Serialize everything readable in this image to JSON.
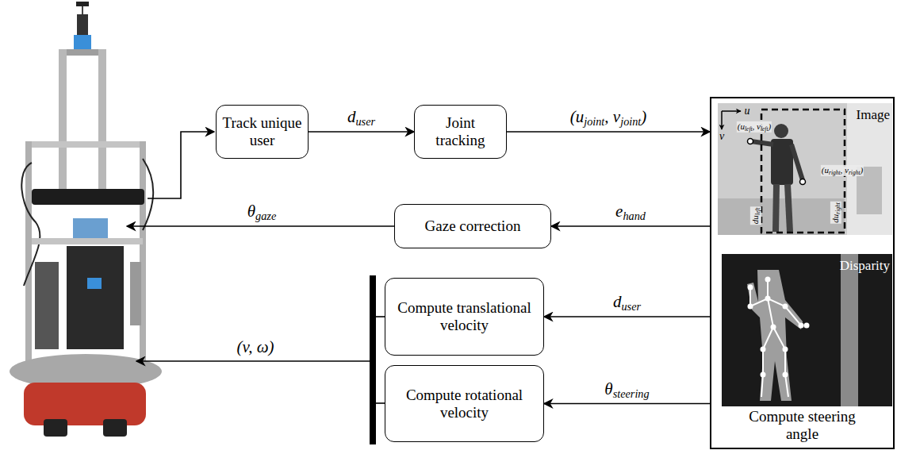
{
  "diagram": {
    "nodes": [
      {
        "text": [
          "Track unique user"
        ]
      },
      {
        "text": [
          "Joint tracking"
        ]
      },
      {
        "text": [
          "Compute steering angle"
        ]
      },
      {
        "text": [
          "Image"
        ],
        "in": 2
      },
      {
        "text": [
          "Disparity"
        ],
        "in": 2
      },
      {
        "text": [
          "Gaze correction"
        ]
      },
      {
        "text": [
          "Compute translational velocity"
        ]
      },
      {
        "text": [
          "Compute rotational velocity"
        ]
      }
    ],
    "edges": [
      {
        "from": 0,
        "to": 1,
        "label": "duser",
        "arrow": "to"
      },
      {
        "from": 1,
        "to": 2,
        "label": "(ujoint, vjoint)",
        "arrow": "to"
      },
      {
        "from": 2,
        "to": 5,
        "label": "ehand",
        "arrow": "to"
      },
      {
        "from": 2,
        "to": 6,
        "label": "duser",
        "arrow": "to"
      },
      {
        "from": 2,
        "to": 7,
        "label": "θsteering",
        "arrow": "to"
      }
    ],
    "labels": [
      "θgaze",
      "(v, ω)",
      "u",
      "v",
      "(uleft, vleft)",
      "(uright, vright)",
      "duleft",
      "duright"
    ]
  }
}
